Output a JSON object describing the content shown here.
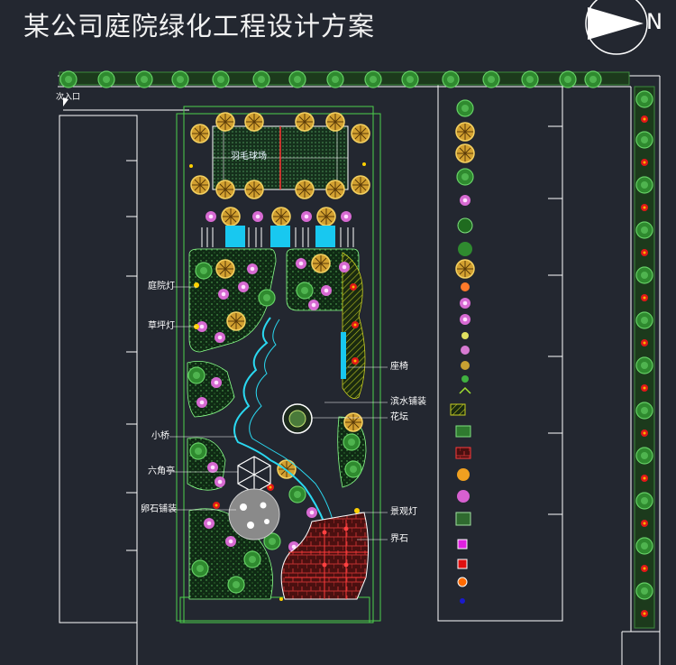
{
  "title": "某公司庭院绿化工程设计方案",
  "compass_letter": "N",
  "entrance_label": "次入口",
  "court_label": "羽毛球场",
  "labels": {
    "courtyard_lamp": "庭院灯",
    "lawn_lamp": "草坪灯",
    "seat": "座椅",
    "waterside_paving": "滨水铺装",
    "flower_bed": "花坛",
    "small_bridge": "小桥",
    "hex_pavilion": "六角亭",
    "pebble_paving": "卵石铺装",
    "landscape_lamp": "景观灯",
    "boundary_stone": "界石"
  },
  "legend_color_hints": [
    "#2e8b2e",
    "#c8a032",
    "#e070d0",
    "#e01010",
    "#20c0e0",
    "#1a1acc"
  ]
}
